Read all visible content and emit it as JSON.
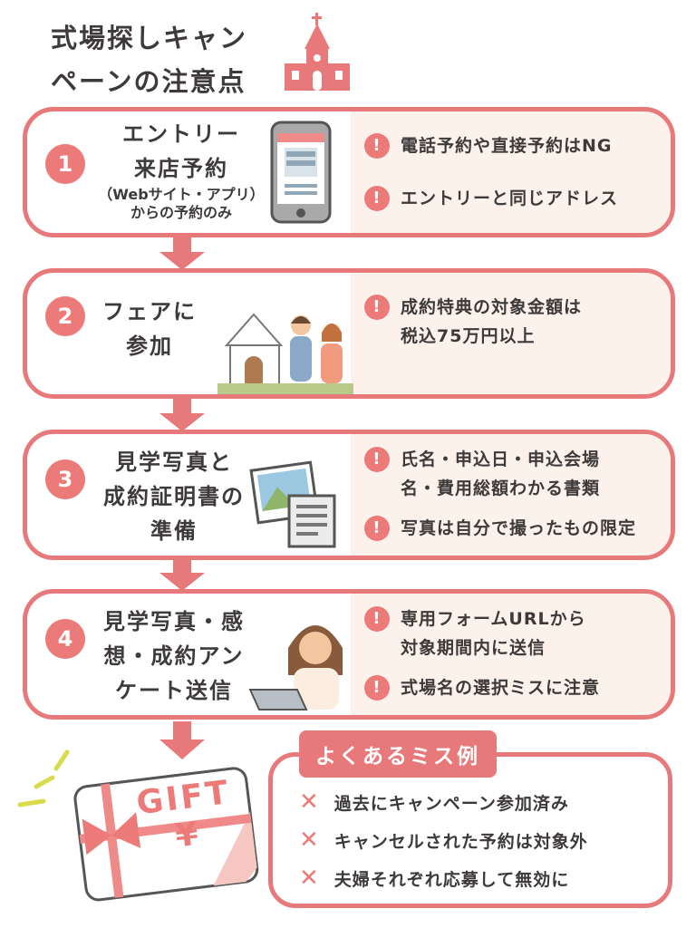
{
  "title": {
    "line1": "式場探しキャン",
    "line2": "ペーンの注意点"
  },
  "steps": [
    {
      "num": "1",
      "lines": [
        "エントリー",
        "来店予約"
      ],
      "sub": [
        "（Webサイト・アプリ）",
        "からの予約のみ"
      ],
      "notes": [
        [
          "電話予約や直接予約はNG"
        ],
        [
          "エントリーと同じアドレス"
        ]
      ]
    },
    {
      "num": "2",
      "lines": [
        "フェアに",
        "参加"
      ],
      "notes": [
        [
          "成約特典の対象金額は",
          "税込75万円以上"
        ]
      ]
    },
    {
      "num": "3",
      "lines": [
        "見学写真と",
        "成約証明書の",
        "準備"
      ],
      "notes": [
        [
          "氏名・申込日・申込会場",
          "名・費用総額わかる書類"
        ],
        [
          "写真は自分で撮ったもの限定"
        ]
      ]
    },
    {
      "num": "4",
      "lines": [
        "見学写真・感",
        "想・成約アン",
        "ケート送信"
      ],
      "notes": [
        [
          "専用フォームURLから",
          "対象期間内に送信"
        ],
        [
          "式場名の選択ミスに注意"
        ]
      ]
    }
  ],
  "gift": {
    "label": "GIFT",
    "currency": "¥"
  },
  "mistakes": {
    "title": "よくあるミス例",
    "items": [
      "過去にキャンペーン参加済み",
      "キャンセルされた予約は対象外",
      "夫婦それぞれ応募して無効に"
    ]
  },
  "colors": {
    "accent": "#e8797a",
    "panel": "#fdf1ec"
  }
}
